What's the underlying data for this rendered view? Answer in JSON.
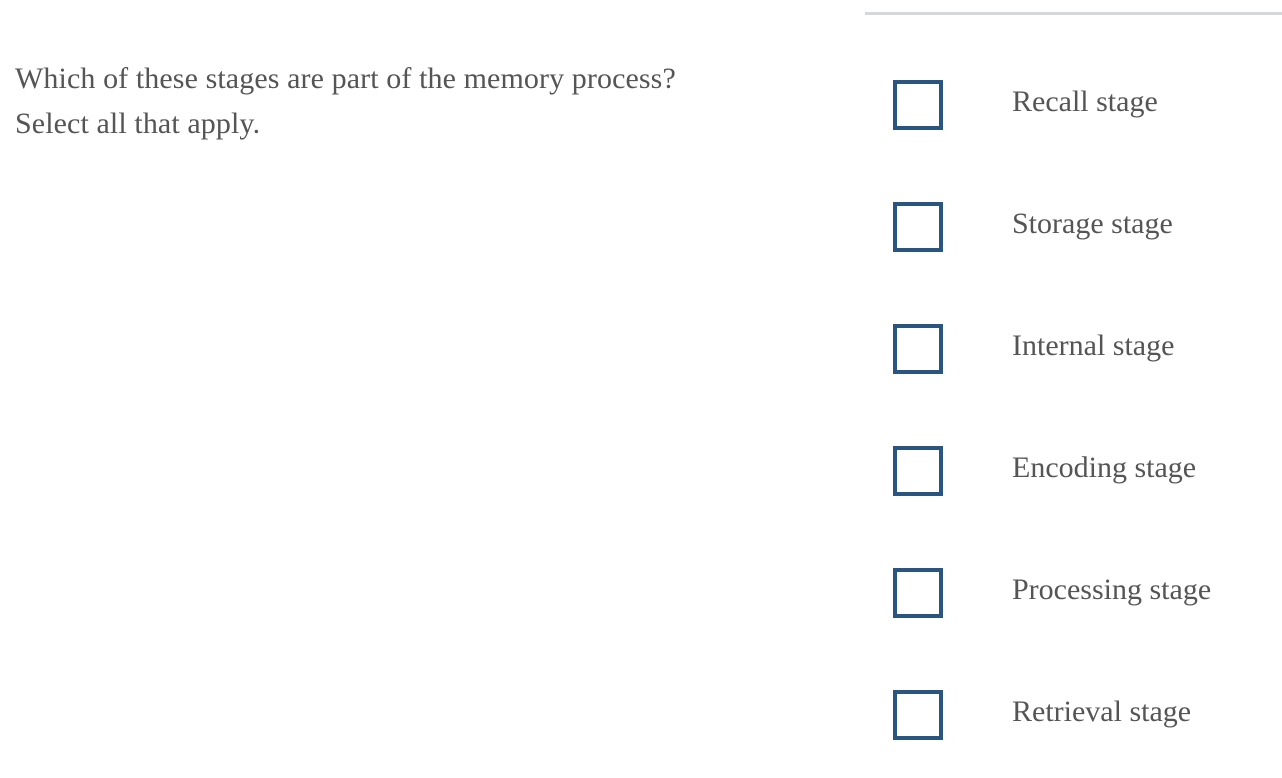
{
  "question": {
    "text": "Which of these stages are part of the memory process? Select all that apply.",
    "type": "multiple-select"
  },
  "options": {
    "items": [
      {
        "label": "Recall stage",
        "checked": false
      },
      {
        "label": "Storage stage",
        "checked": false
      },
      {
        "label": "Internal stage",
        "checked": false
      },
      {
        "label": "Encoding stage",
        "checked": false
      },
      {
        "label": "Processing stage",
        "checked": false
      },
      {
        "label": "Retrieval stage",
        "checked": false
      }
    ]
  },
  "colors": {
    "checkbox_border": "#2a5580",
    "text": "#555555",
    "divider": "#d6d7d8",
    "background": "#ffffff"
  }
}
